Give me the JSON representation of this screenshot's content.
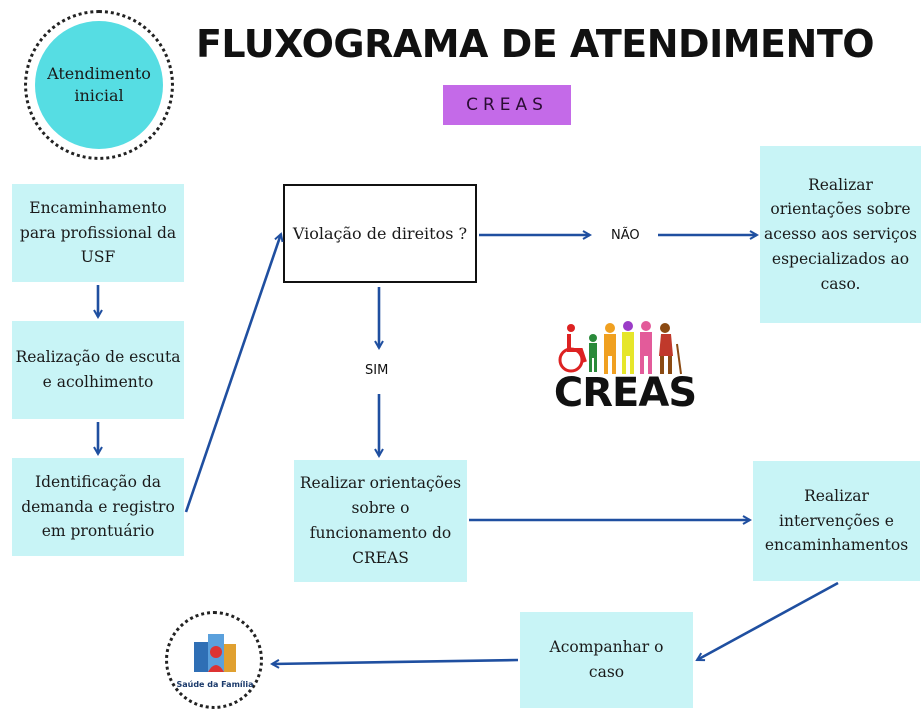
{
  "title": "FLUXOGRAMA DE ATENDIMENTO",
  "tag": "CREAS",
  "start": "Atendimento inicial",
  "steps": {
    "encaminhamento": "Encaminhamento para profissional da USF",
    "escuta": "Realização de escuta e acolhimento",
    "identificacao": "Identificação da demanda e registro em prontuário",
    "decisao": "Violação de direitos ?",
    "orientacoes_acesso": "Realizar orientações sobre acesso aos serviços especializados ao caso.",
    "orientacoes_creas": "Realizar orientações sobre o funcionamento do CREAS",
    "intervencoes": "Realizar intervenções e encaminhamentos",
    "acompanhar": "Acompanhar o caso"
  },
  "labels": {
    "nao": "NÃO",
    "sim": "SIM"
  },
  "logos": {
    "creas": "CREAS",
    "saude_familia": "Saúde da Família"
  },
  "colors": {
    "accent_box": "#c8f4f6",
    "start_circle": "#56dde3",
    "tag_bg": "#c46ae8",
    "arrow": "#1f4fa0"
  }
}
